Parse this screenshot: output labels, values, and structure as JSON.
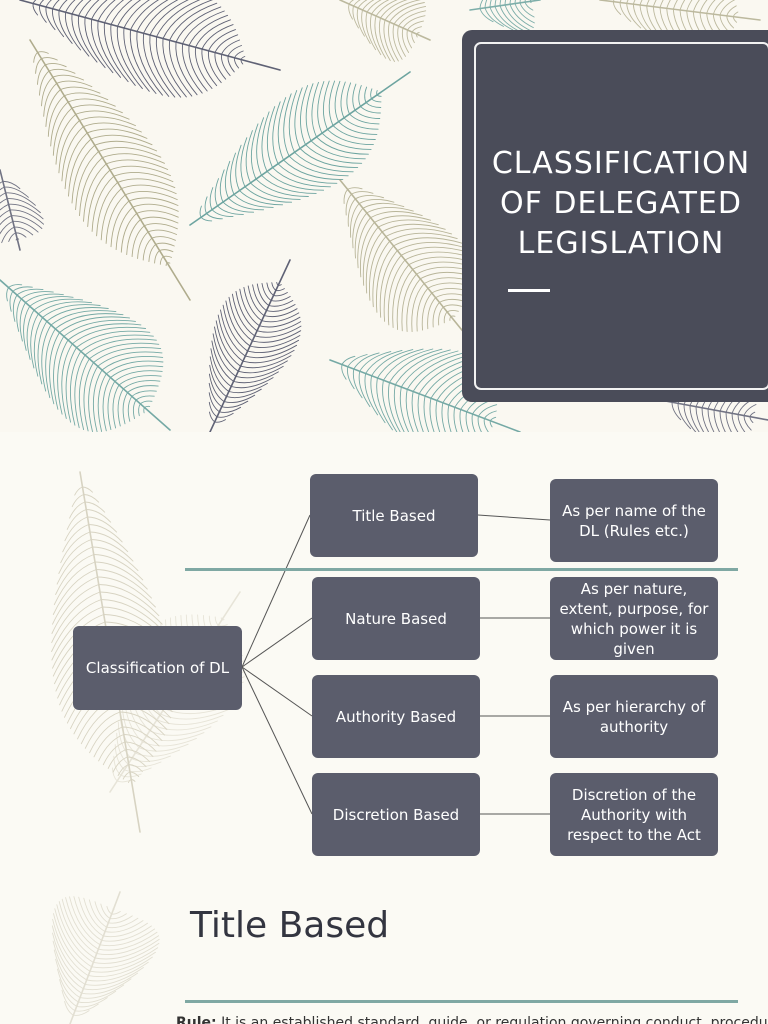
{
  "slide1": {
    "title": "CLASSIFICATION\nOF DELEGATED\nLEGISLATION",
    "colors": {
      "card": "#4a4c59",
      "teal": "#5e9c98",
      "olive": "#a39f7c",
      "slate": "#4f5268",
      "background": "#faf8f1"
    }
  },
  "diagram": {
    "root": "Classification of DL",
    "branches": [
      {
        "label": "Title Based",
        "description": "As per name of the DL (Rules etc.)"
      },
      {
        "label": "Nature Based",
        "description": "As per nature, extent, purpose,  for which power it is given"
      },
      {
        "label": "Authority Based",
        "description": "As per hierarchy of authority"
      },
      {
        "label": "Discretion Based",
        "description": "Discretion of the Authority with respect to the Act"
      }
    ],
    "colors": {
      "node": "#5b5d6c",
      "connector": "#555555",
      "divider": "#7fa8a3"
    }
  },
  "slide3": {
    "title": "Title Based",
    "body_term": "Rule:",
    "body_text": " It is an established standard, guide, or regulation governing conduct, procedure"
  }
}
